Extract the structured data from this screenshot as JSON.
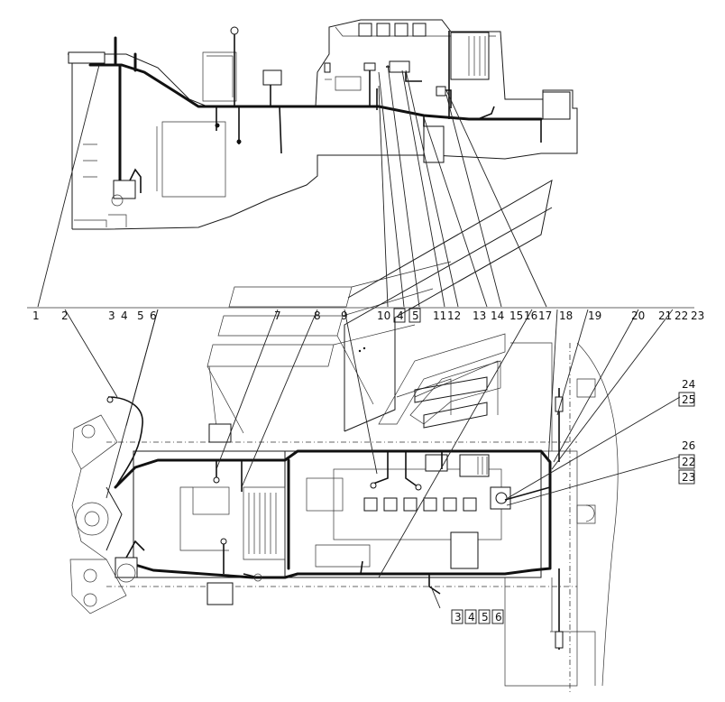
{
  "callouts": [
    {
      "id": "c1",
      "text": "1"
    },
    {
      "id": "c2",
      "text": "2"
    },
    {
      "id": "c3",
      "text": "3"
    },
    {
      "id": "c4",
      "text": "4"
    },
    {
      "id": "c5",
      "text": "5"
    },
    {
      "id": "c6",
      "text": "6"
    },
    {
      "id": "c7",
      "text": "7"
    },
    {
      "id": "c8",
      "text": "8"
    },
    {
      "id": "c9",
      "text": "9"
    },
    {
      "id": "c10",
      "text": "10"
    },
    {
      "id": "c4b",
      "text": "4"
    },
    {
      "id": "c5b",
      "text": "5"
    },
    {
      "id": "c11",
      "text": "11"
    },
    {
      "id": "c12",
      "text": "12"
    },
    {
      "id": "c13",
      "text": "13"
    },
    {
      "id": "c14",
      "text": "14"
    },
    {
      "id": "c15",
      "text": "15"
    },
    {
      "id": "c16",
      "text": "16"
    },
    {
      "id": "c17",
      "text": "17"
    },
    {
      "id": "c18",
      "text": "18"
    },
    {
      "id": "c19",
      "text": "19"
    },
    {
      "id": "c20",
      "text": "20"
    },
    {
      "id": "c21",
      "text": "21"
    },
    {
      "id": "c22",
      "text": "22"
    },
    {
      "id": "c23",
      "text": "23"
    },
    {
      "id": "c24",
      "text": "24"
    },
    {
      "id": "c25",
      "text": "25"
    },
    {
      "id": "c26",
      "text": "26"
    },
    {
      "id": "c22b",
      "text": "22"
    },
    {
      "id": "c23b",
      "text": "23"
    },
    {
      "id": "c3b",
      "text": "3"
    },
    {
      "id": "c4c",
      "text": "4"
    },
    {
      "id": "c5c",
      "text": "5"
    },
    {
      "id": "c6b",
      "text": "6"
    }
  ]
}
